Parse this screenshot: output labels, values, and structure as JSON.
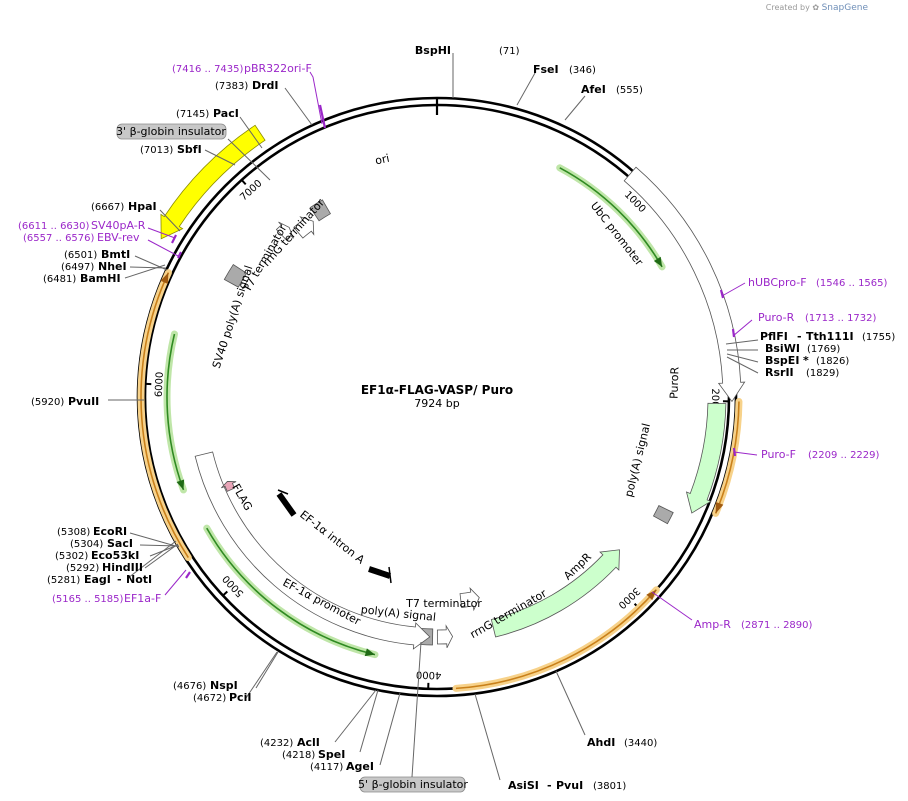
{
  "watermark": {
    "prefix": "Created by",
    "brand": "SnapGene"
  },
  "plasmid": {
    "name": "EF1α-FLAG-VASP/ Puro",
    "length_label": "7924 bp",
    "length": 7924
  },
  "ticks": [
    {
      "label": "1000",
      "pos": 1000
    },
    {
      "label": "2000",
      "pos": 2000
    },
    {
      "label": "3000",
      "pos": 3000
    },
    {
      "label": "4000",
      "pos": 4000
    },
    {
      "label": "5000",
      "pos": 5000
    },
    {
      "label": "6000",
      "pos": 6000
    },
    {
      "label": "7000",
      "pos": 7000
    }
  ],
  "features": [
    {
      "name": "ori",
      "start": 6600,
      "end": 7180,
      "ring": 318,
      "color": "#ffff00",
      "dir": "rev",
      "shape": "arrow"
    },
    {
      "name": "UbC promoter",
      "start": 900,
      "end": 2000,
      "ring": 295,
      "color": "#ffffff",
      "dir": "fwd",
      "shape": "arrow"
    },
    {
      "name": "PuroR",
      "start": 2010,
      "end": 2520,
      "ring": 280,
      "color": "#ccffcc",
      "dir": "fwd",
      "shape": "arrow"
    },
    {
      "name": "poly(A) signal",
      "start": 2560,
      "end": 2610,
      "ring": 255,
      "color": "#aaaaaa",
      "dir": "none",
      "shape": "box"
    },
    {
      "name": "AmpR",
      "start": 2860,
      "end": 3660,
      "ring": 238,
      "color": "#ccffcc",
      "dir": "rev",
      "shape": "arrow"
    },
    {
      "name": "rrnG terminator",
      "start": 3700,
      "end": 3815,
      "ring": 205,
      "color": "#ffffff",
      "dir": "rev",
      "shape": "arrow"
    },
    {
      "name": "T7 terminator",
      "start": 3880,
      "end": 3960,
      "ring": 240,
      "color": "#ffffff",
      "dir": "rev",
      "shape": "arrow"
    },
    {
      "name": "poly(A) signal",
      "start": 3990,
      "end": 4040,
      "ring": 240,
      "color": "#aaaaaa",
      "dir": "none",
      "shape": "box"
    },
    {
      "name": "EF-1α promoter",
      "start": 4000,
      "end": 5640,
      "ring": 240,
      "color": "#ffffff",
      "dir": "rev",
      "shape": "arrow"
    },
    {
      "name": "FLAG",
      "start": 5410,
      "end": 5460,
      "ring": 226,
      "color": "#e9a5b8",
      "dir": "fwd",
      "shape": "arrow"
    },
    {
      "name": "SV40 poly(A) signal",
      "start": 6580,
      "end": 6670,
      "ring": 235,
      "color": "#aaaaaa",
      "dir": "none",
      "shape": "box"
    },
    {
      "name": "T7 terminator",
      "start": 6960,
      "end": 7020,
      "ring": 225,
      "color": "#ffffff",
      "dir": "fwd",
      "shape": "arrow"
    },
    {
      "name": "rrnG terminator",
      "start": 7040,
      "end": 7150,
      "ring": 215,
      "color": "#ffffff",
      "dir": "fwd",
      "shape": "arrow"
    },
    {
      "name": "3' β-globin insulator",
      "start": 7180,
      "end": 7260,
      "ring": 220,
      "color": "#aaaaaa",
      "dir": "none",
      "shape": "box"
    }
  ],
  "intron": {
    "name": "EF-1α intron A"
  },
  "primer_arcs": [
    {
      "start": 620,
      "end": 1320,
      "ring": 260,
      "dir": "fwd"
    },
    {
      "start": 2000,
      "end": 2480,
      "ring": 302,
      "dir": "fwd"
    },
    {
      "start": 2890,
      "end": 3880,
      "ring": 292,
      "dir": "rev"
    },
    {
      "start": 4260,
      "end": 5290,
      "ring": 265,
      "dir": "rev"
    },
    {
      "start": 5220,
      "end": 6490,
      "ring": 296,
      "dir": "fwd"
    },
    {
      "start": 5500,
      "end": 6240,
      "ring": 270,
      "dir": "rev"
    }
  ],
  "enzymes": [
    {
      "name": "BspHI",
      "pos": "(71)"
    },
    {
      "name": "FseI",
      "pos": "(346)"
    },
    {
      "name": "AfeI",
      "pos": "(555)"
    },
    {
      "name": "PflFI",
      "extra": "Tth111I",
      "pos": "(1755)"
    },
    {
      "name": "BsiWI",
      "pos": "(1769)"
    },
    {
      "name": "BspEI",
      "star": "*",
      "pos": "(1826)"
    },
    {
      "name": "RsrII",
      "pos": "(1829)"
    },
    {
      "name": "AhdI",
      "pos": "(3440)"
    },
    {
      "name": "AsiSI",
      "extra": "PvuI",
      "pos": "(3801)"
    },
    {
      "name": "AgeI",
      "pos": "(4117)"
    },
    {
      "name": "SpeI",
      "pos": "(4218)"
    },
    {
      "name": "AclI",
      "pos": "(4232)"
    },
    {
      "name": "PciI",
      "pos": "(4672)"
    },
    {
      "name": "NspI",
      "pos": "(4676)"
    },
    {
      "name": "EagI",
      "extra": "NotI",
      "pos": "(5281)"
    },
    {
      "name": "HindIII",
      "pos": "(5292)"
    },
    {
      "name": "Eco53kI",
      "pos": "(5302)"
    },
    {
      "name": "SacI",
      "pos": "(5304)"
    },
    {
      "name": "EcoRI",
      "pos": "(5308)"
    },
    {
      "name": "PvuII",
      "pos": "(5920)"
    },
    {
      "name": "BamHI",
      "pos": "(6481)"
    },
    {
      "name": "NheI",
      "pos": "(6497)"
    },
    {
      "name": "BmtI",
      "pos": "(6501)"
    },
    {
      "name": "HpaI",
      "pos": "(6667)"
    },
    {
      "name": "SbfI",
      "pos": "(7013)"
    },
    {
      "name": "PacI",
      "pos": "(7145)"
    },
    {
      "name": "DrdI",
      "pos": "(7383)"
    }
  ],
  "primers": [
    {
      "name": "pBR322ori-F",
      "range": "(7416 .. 7435)"
    },
    {
      "name": "SV40pA-R",
      "range": "(6611 .. 6630)"
    },
    {
      "name": "EBV-rev",
      "range": "(6557 .. 6576)"
    },
    {
      "name": "hUBCpro-F",
      "range": "(1546 .. 1565)"
    },
    {
      "name": "Puro-R",
      "range": "(1713 .. 1732)"
    },
    {
      "name": "Puro-F",
      "range": "(2209 .. 2229)"
    },
    {
      "name": "Amp-R",
      "range": "(2871 .. 2890)"
    },
    {
      "name": "EF1a-F",
      "range": "(5165 .. 5185)"
    }
  ],
  "insulator_bottom": {
    "name": "5' β-globin insulator"
  },
  "colors": {
    "backbone": "#000000",
    "primer": "#9b27c9",
    "green_arc": "#3aa02a",
    "orange_arc": "#f2b64a",
    "ori": "#ffff00",
    "marker_green": "#ccffcc"
  }
}
